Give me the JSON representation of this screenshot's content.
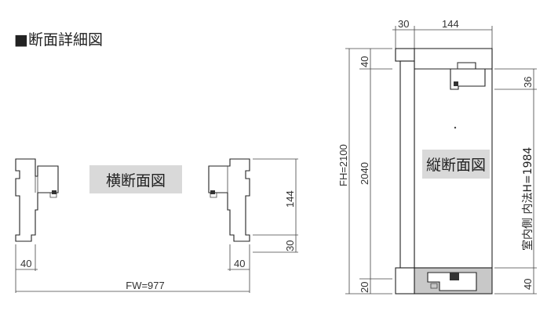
{
  "page_title": "■断面詳細図",
  "horizontal_section": {
    "label": "横断面図",
    "dim_width": "FW=977",
    "dim_left_40": "40",
    "dim_right_40": "40",
    "dim_144": "144",
    "dim_30": "30"
  },
  "vertical_section": {
    "label": "縦断面図",
    "dim_30": "30",
    "dim_144": "144",
    "dim_fh": "FH=2100",
    "dim_40_top": "40",
    "dim_2040": "2040",
    "dim_20": "20",
    "dim_36": "36",
    "dim_inner": "室内側 内法H=1984",
    "dim_40_bottom": "40"
  },
  "colors": {
    "label_bg": "#d9d9d9",
    "sill_fill": "#c8c8c8",
    "line": "#333333"
  }
}
